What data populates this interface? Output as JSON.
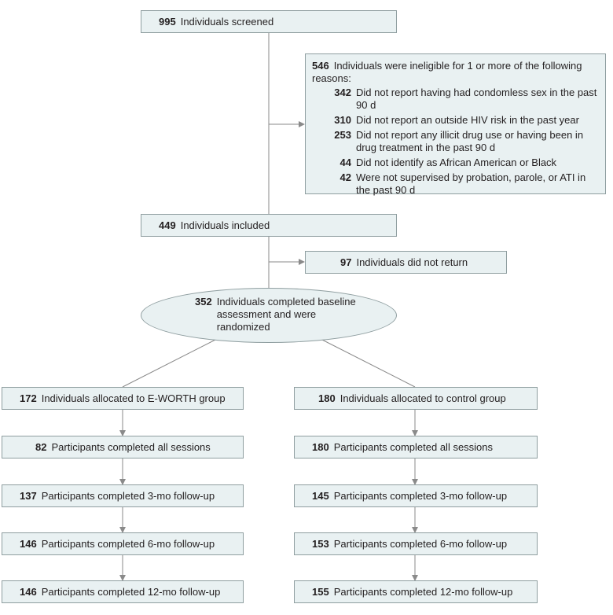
{
  "screened": {
    "count": "995",
    "text": "Individuals screened"
  },
  "ineligible": {
    "count": "546",
    "line1": "Individuals were ineligible for 1 or more of the following",
    "line2": "reasons:",
    "reasons": [
      {
        "count": "342",
        "text": "Did not report having had condomless sex in the past 90 d"
      },
      {
        "count": "310",
        "text": "Did not report an outside HIV risk in the past year"
      },
      {
        "count": "253",
        "text": "Did not report any illicit drug use or having been in drug treatment in the past 90 d"
      },
      {
        "count": "44",
        "text": "Did not identify as African American or Black"
      },
      {
        "count": "42",
        "text": "Were not supervised by probation, parole, or ATI in the past 90 d"
      }
    ]
  },
  "included": {
    "count": "449",
    "text": "Individuals included"
  },
  "not_returned": {
    "count": "97",
    "text": "Individuals did not return"
  },
  "randomized": {
    "count": "352",
    "text": "Individuals completed baseline assessment and were randomized"
  },
  "groups": [
    {
      "allocated": {
        "count": "172",
        "text": "Individuals allocated to E-WORTH group"
      },
      "steps": [
        {
          "count": "82",
          "text": "Participants completed all sessions"
        },
        {
          "count": "137",
          "text": "Participants completed 3-mo follow-up"
        },
        {
          "count": "146",
          "text": "Participants completed 6-mo follow-up"
        },
        {
          "count": "146",
          "text": "Participants completed 12-mo follow-up"
        }
      ]
    },
    {
      "allocated": {
        "count": "180",
        "text": "Individuals allocated to control group"
      },
      "steps": [
        {
          "count": "180",
          "text": "Participants completed all sessions"
        },
        {
          "count": "145",
          "text": "Participants completed 3-mo follow-up"
        },
        {
          "count": "153",
          "text": "Participants completed 6-mo follow-up"
        },
        {
          "count": "155",
          "text": "Participants completed 12-mo follow-up"
        }
      ]
    }
  ],
  "colors": {
    "box_fill": "#e9f1f2",
    "box_border": "#8f9ea0",
    "line": "#8a8a8a"
  }
}
